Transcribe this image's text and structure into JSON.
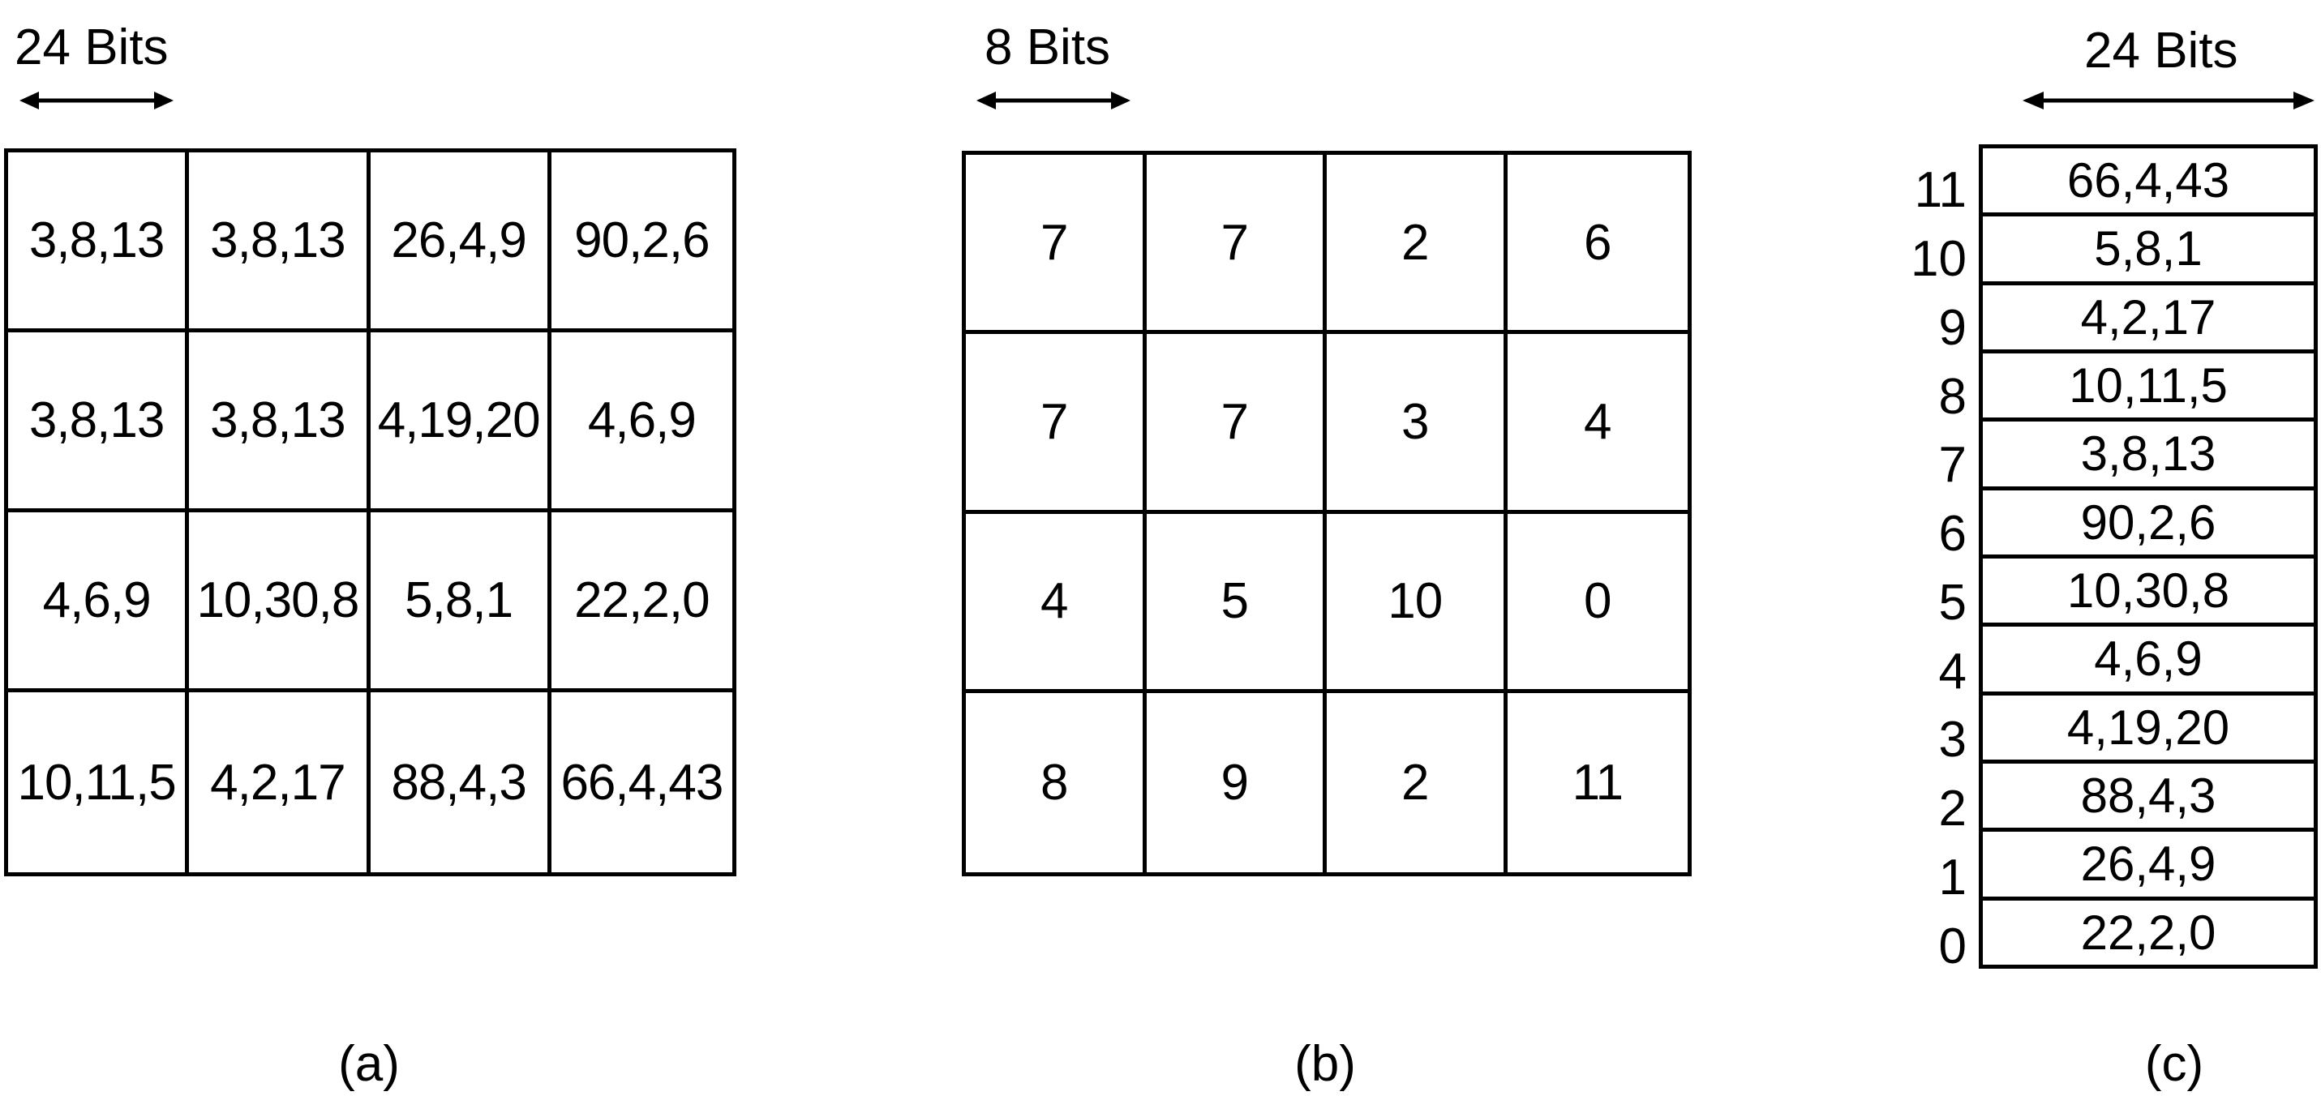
{
  "panel_a": {
    "bits_label": "24 Bits",
    "caption": "(a)",
    "cells": [
      [
        "3,8,13",
        "3,8,13",
        "26,4,9",
        "90,2,6"
      ],
      [
        "3,8,13",
        "3,8,13",
        "4,19,20",
        "4,6,9"
      ],
      [
        "4,6,9",
        "10,30,8",
        "5,8,1",
        "22,2,0"
      ],
      [
        "10,11,5",
        "4,2,17",
        "88,4,3",
        "66,4,43"
      ]
    ]
  },
  "panel_b": {
    "bits_label": "8 Bits",
    "caption": "(b)",
    "cells": [
      [
        "7",
        "7",
        "2",
        "6"
      ],
      [
        "7",
        "7",
        "3",
        "4"
      ],
      [
        "4",
        "5",
        "10",
        "0"
      ],
      [
        "8",
        "9",
        "2",
        "11"
      ]
    ]
  },
  "panel_c": {
    "bits_label": "24 Bits",
    "caption": "(c)",
    "rows": [
      {
        "index": "11",
        "value": "66,4,43"
      },
      {
        "index": "10",
        "value": "5,8,1"
      },
      {
        "index": "9",
        "value": "4,2,17"
      },
      {
        "index": "8",
        "value": "10,11,5"
      },
      {
        "index": "7",
        "value": "3,8,13"
      },
      {
        "index": "6",
        "value": "90,2,6"
      },
      {
        "index": "5",
        "value": "10,30,8"
      },
      {
        "index": "4",
        "value": "4,6,9"
      },
      {
        "index": "3",
        "value": "4,19,20"
      },
      {
        "index": "2",
        "value": "88,4,3"
      },
      {
        "index": "1",
        "value": "26,4,9"
      },
      {
        "index": "0",
        "value": "22,2,0"
      }
    ]
  }
}
